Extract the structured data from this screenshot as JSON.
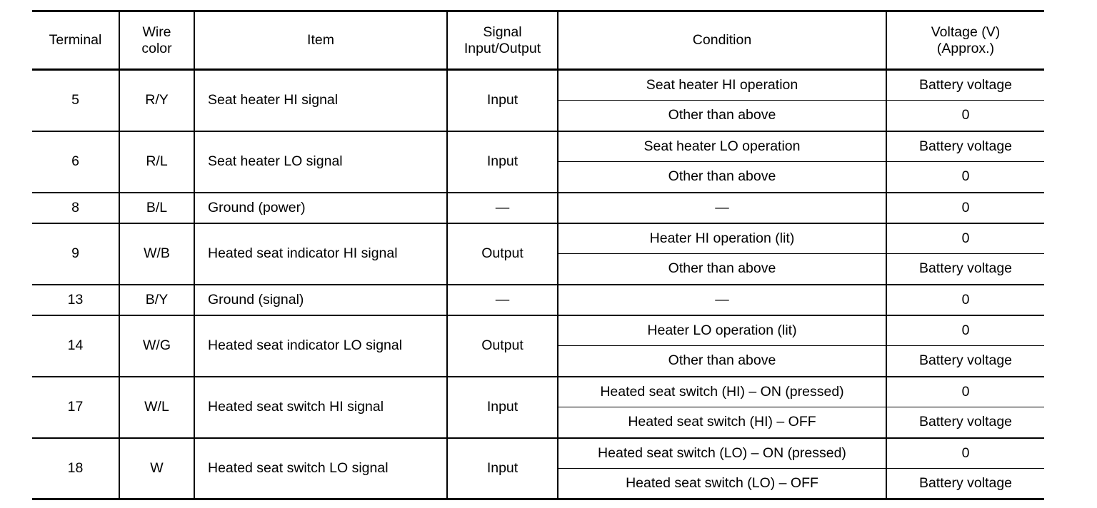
{
  "table": {
    "headers": [
      {
        "label": "Terminal",
        "key": "terminal"
      },
      {
        "label": "Wire\ncolor",
        "line1": "Wire",
        "line2": "color",
        "key": "wire_color"
      },
      {
        "label": "Item",
        "key": "item"
      },
      {
        "line1": "Signal",
        "line2": "Input/Output",
        "key": "signal_io"
      },
      {
        "label": "Condition",
        "key": "condition"
      },
      {
        "line1": "Voltage (V)",
        "line2": "(Approx.)",
        "key": "voltage"
      }
    ],
    "rows": [
      {
        "terminal": "5",
        "wire_color": "R/Y",
        "item": "Seat heater HI signal",
        "signal_io": "Input",
        "conditions": [
          {
            "condition": "Seat heater HI operation",
            "voltage": "Battery voltage"
          },
          {
            "condition": "Other than above",
            "voltage": "0"
          }
        ]
      },
      {
        "terminal": "6",
        "wire_color": "R/L",
        "item": "Seat heater LO signal",
        "signal_io": "Input",
        "conditions": [
          {
            "condition": "Seat heater LO operation",
            "voltage": "Battery voltage"
          },
          {
            "condition": "Other than above",
            "voltage": "0"
          }
        ]
      },
      {
        "terminal": "8",
        "wire_color": "B/L",
        "item": "Ground (power)",
        "signal_io": "—",
        "conditions": [
          {
            "condition": "—",
            "voltage": "0"
          }
        ]
      },
      {
        "terminal": "9",
        "wire_color": "W/B",
        "item": "Heated seat indicator HI signal",
        "signal_io": "Output",
        "conditions": [
          {
            "condition": "Heater HI operation (lit)",
            "voltage": "0"
          },
          {
            "condition": "Other than above",
            "voltage": "Battery voltage"
          }
        ]
      },
      {
        "terminal": "13",
        "wire_color": "B/Y",
        "item": "Ground (signal)",
        "signal_io": "—",
        "conditions": [
          {
            "condition": "—",
            "voltage": "0"
          }
        ]
      },
      {
        "terminal": "14",
        "wire_color": "W/G",
        "item": "Heated seat indicator LO signal",
        "signal_io": "Output",
        "conditions": [
          {
            "condition": "Heater LO operation (lit)",
            "voltage": "0"
          },
          {
            "condition": "Other than above",
            "voltage": "Battery voltage"
          }
        ]
      },
      {
        "terminal": "17",
        "wire_color": "W/L",
        "item": "Heated seat switch HI signal",
        "signal_io": "Input",
        "conditions": [
          {
            "condition": "Heated seat switch (HI) – ON (pressed)",
            "voltage": "0"
          },
          {
            "condition": "Heated seat switch (HI) – OFF",
            "voltage": "Battery voltage"
          }
        ]
      },
      {
        "terminal": "18",
        "wire_color": "W",
        "item": "Heated seat switch LO signal",
        "signal_io": "Input",
        "conditions": [
          {
            "condition": "Heated seat switch (LO) – ON (pressed)",
            "voltage": "0"
          },
          {
            "condition": "Heated seat switch (LO) – OFF",
            "voltage": "Battery voltage"
          }
        ]
      }
    ]
  }
}
